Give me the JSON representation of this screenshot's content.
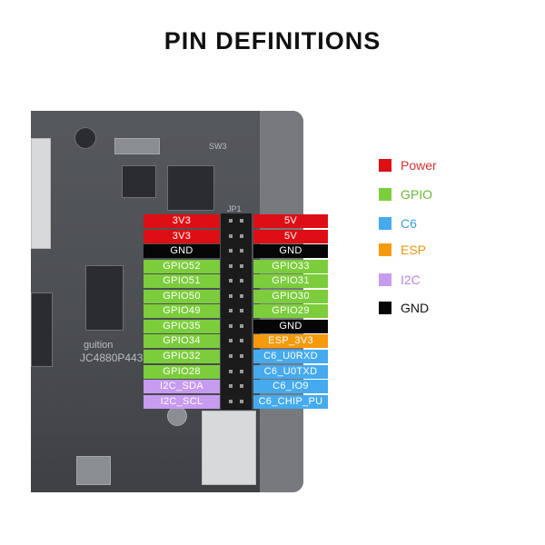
{
  "title": "PIN DEFINITIONS",
  "colors": {
    "power": "#dd0f14",
    "gpio": "#7ccd3c",
    "c6": "#45aaee",
    "esp": "#f59a0c",
    "i2c": "#c79bf0",
    "gnd": "#060606"
  },
  "legend": [
    {
      "label": "Power",
      "color": "#dd0f14",
      "text_color": "#d63232"
    },
    {
      "label": "GPIO",
      "color": "#7ccd3c",
      "text_color": "#6ab836"
    },
    {
      "label": "C6",
      "color": "#45aaee",
      "text_color": "#3aa0e6"
    },
    {
      "label": "ESP",
      "color": "#f59a0c",
      "text_color": "#ee9410"
    },
    {
      "label": "I2C",
      "color": "#c79bf0",
      "text_color": "#b383e6"
    },
    {
      "label": "GND",
      "color": "#060606",
      "text_color": "#111111"
    }
  ],
  "pins_left": [
    {
      "label": "3V3",
      "type": "power"
    },
    {
      "label": "3V3",
      "type": "power"
    },
    {
      "label": "GND",
      "type": "gnd"
    },
    {
      "label": "GPIO52",
      "type": "gpio"
    },
    {
      "label": "GPIO51",
      "type": "gpio"
    },
    {
      "label": "GPIO50",
      "type": "gpio"
    },
    {
      "label": "GPIO49",
      "type": "gpio"
    },
    {
      "label": "GPIO35",
      "type": "gpio"
    },
    {
      "label": "GPIO34",
      "type": "gpio"
    },
    {
      "label": "GPIO32",
      "type": "gpio"
    },
    {
      "label": "GPIO28",
      "type": "gpio"
    },
    {
      "label": "I2C_SDA",
      "type": "i2c"
    },
    {
      "label": "I2C_SCL",
      "type": "i2c"
    }
  ],
  "pins_right": [
    {
      "label": "5V",
      "type": "power"
    },
    {
      "label": "5V",
      "type": "power"
    },
    {
      "label": "GND",
      "type": "gnd"
    },
    {
      "label": "GPIO33",
      "type": "gpio"
    },
    {
      "label": "GPIO31",
      "type": "gpio"
    },
    {
      "label": "GPIO30",
      "type": "gpio"
    },
    {
      "label": "GPIO29",
      "type": "gpio"
    },
    {
      "label": "GND",
      "type": "gnd"
    },
    {
      "label": "ESP_3V3",
      "type": "esp"
    },
    {
      "label": "C6_U0RXD",
      "type": "c6"
    },
    {
      "label": "C6_U0TXD",
      "type": "c6"
    },
    {
      "label": "C6_IO9",
      "type": "c6"
    },
    {
      "label": "C6_CHIP_PU",
      "type": "c6"
    }
  ],
  "board_silkscreen": [
    "JC4880P443",
    "SW3",
    "JP1",
    "guition"
  ]
}
